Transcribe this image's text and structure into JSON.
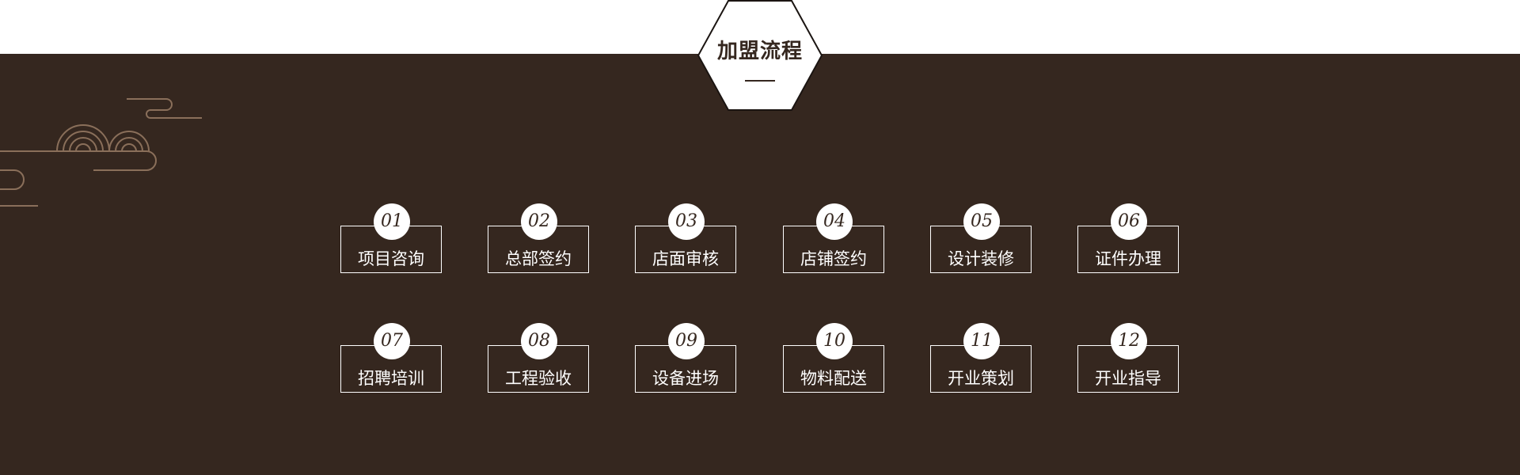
{
  "header": {
    "title": "加盟流程"
  },
  "colors": {
    "background": "#35271f",
    "accent_line": "#8a6f5a",
    "box_border": "#ffffff",
    "top_background": "#ffffff"
  },
  "steps": [
    {
      "num": "01",
      "label": "项目咨询"
    },
    {
      "num": "02",
      "label": "总部签约"
    },
    {
      "num": "03",
      "label": "店面审核"
    },
    {
      "num": "04",
      "label": "店铺签约"
    },
    {
      "num": "05",
      "label": "设计装修"
    },
    {
      "num": "06",
      "label": "证件办理"
    },
    {
      "num": "07",
      "label": "招聘培训"
    },
    {
      "num": "08",
      "label": "工程验收"
    },
    {
      "num": "09",
      "label": "设备进场"
    },
    {
      "num": "10",
      "label": "物料配送"
    },
    {
      "num": "11",
      "label": "开业策划"
    },
    {
      "num": "12",
      "label": "开业指导"
    }
  ]
}
